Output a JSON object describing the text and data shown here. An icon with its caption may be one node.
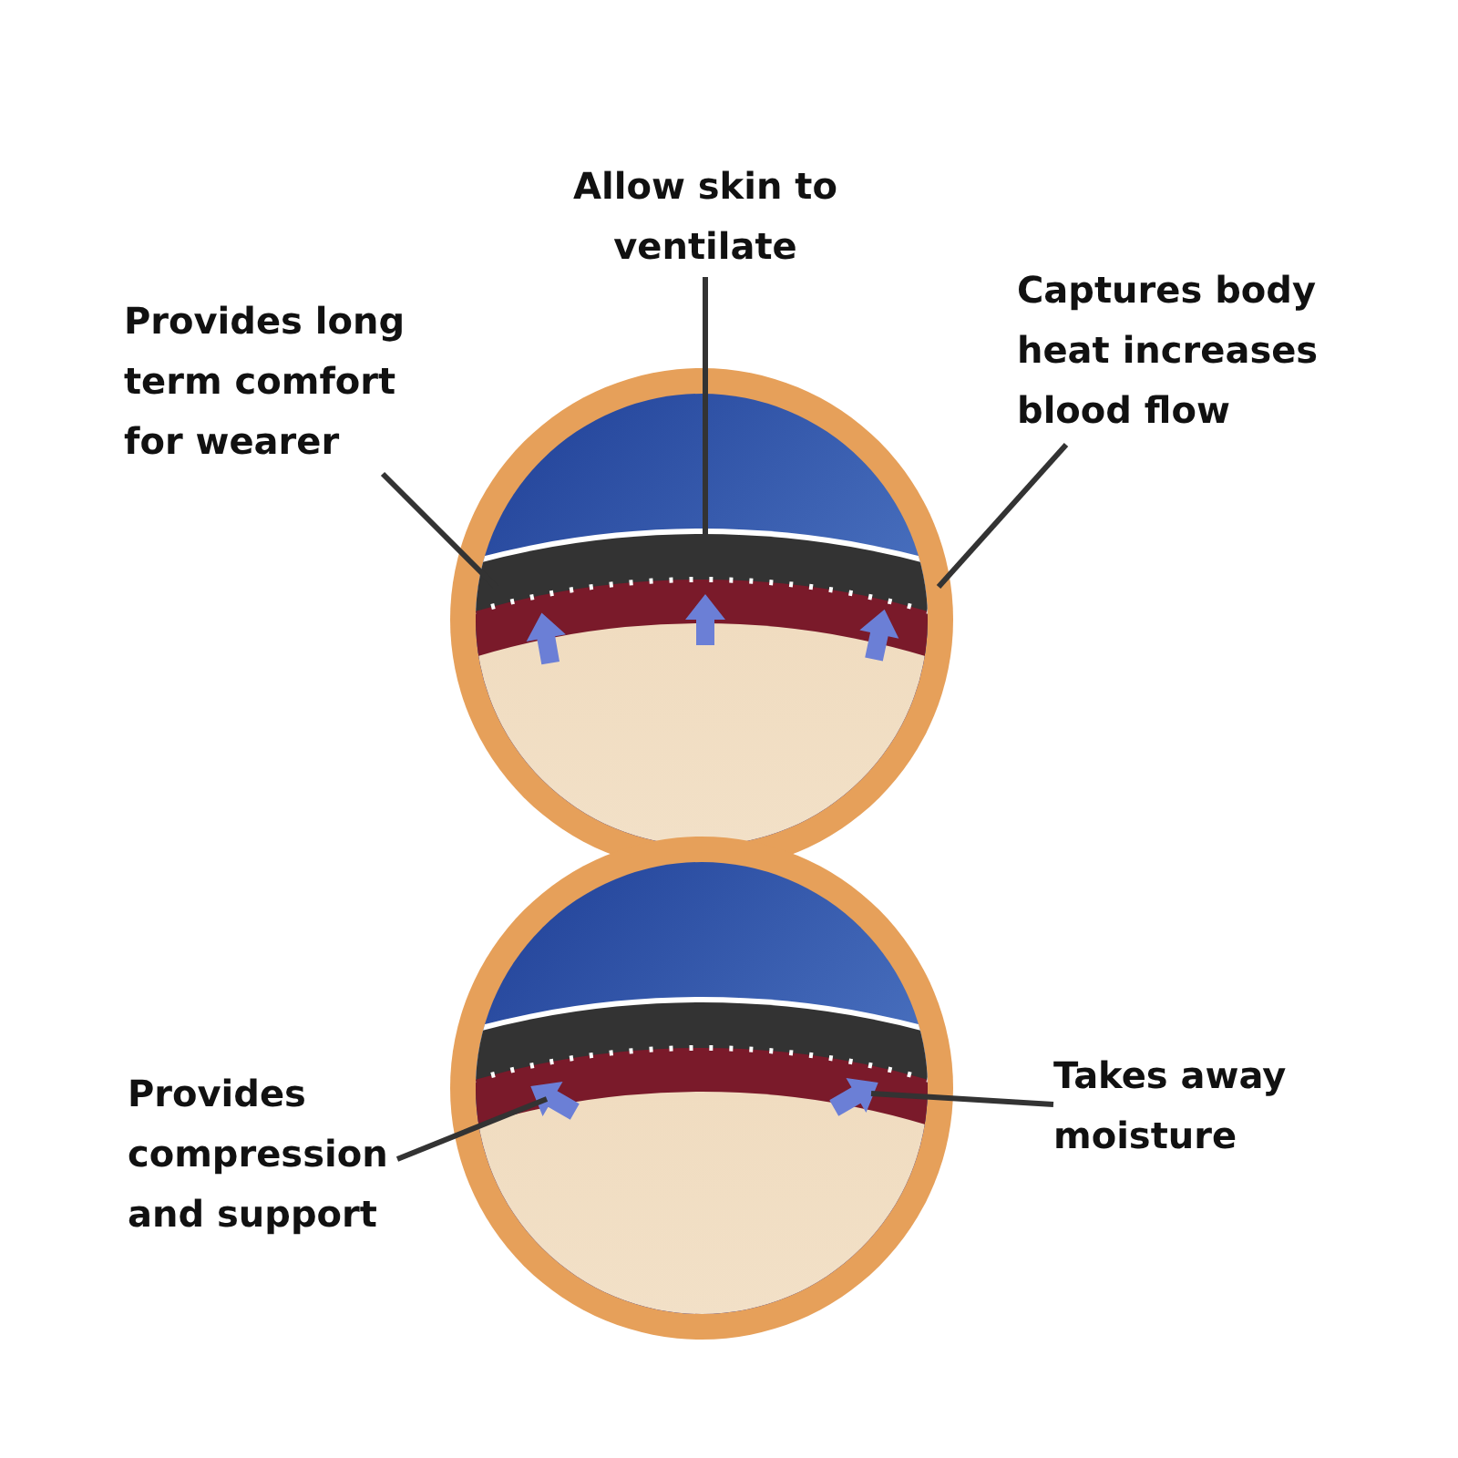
{
  "diagram": {
    "nodes": [
      {
        "text": [
          "Provides long term comfort for wearer"
        ]
      },
      {
        "text": [
          "Allow skin to ventilate"
        ]
      },
      {
        "text": [
          "Captures body heat increases blood flow"
        ]
      },
      {
        "text": [
          "Provides compression and support"
        ]
      },
      {
        "text": [
          "Takes away moisture"
        ]
      }
    ],
    "edges": [
      {
        "from": 0,
        "to": null,
        "arrow": "none"
      },
      {
        "from": 1,
        "to": null,
        "arrow": "none"
      },
      {
        "from": 2,
        "to": null,
        "arrow": "none"
      },
      {
        "from": 3,
        "to": null,
        "arrow": "none"
      },
      {
        "from": 4,
        "to": null,
        "arrow": "none"
      }
    ]
  }
}
